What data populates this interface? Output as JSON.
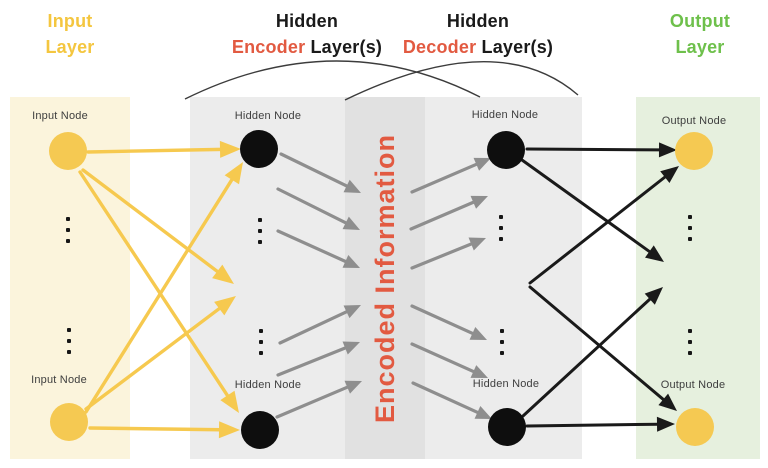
{
  "titles": {
    "input": {
      "line1": "Input",
      "line2": "Layer"
    },
    "encoder": {
      "line1": "Hidden",
      "accent": "Encoder",
      "rest": "Layer(s)"
    },
    "decoder": {
      "line1": "Hidden",
      "accent": "Decoder",
      "rest": "Layer(s)"
    },
    "output": {
      "line1": "Output",
      "line2": "Layer"
    }
  },
  "node_labels": {
    "input_top": "Input Node",
    "input_bottom": "Input Node",
    "encoder_top": "Hidden Node",
    "encoder_bottom": "Hidden Node",
    "decoder_top": "Hidden Node",
    "decoder_bottom": "Hidden Node",
    "output_top": "Output Node",
    "output_bottom": "Output Node"
  },
  "bottleneck_label": "Encoded Information",
  "colors": {
    "input_accent": "#F4C63F",
    "output_accent": "#6EC04B",
    "encoder_decoder_accent": "#E25A41",
    "input_band": "#FBF4DC",
    "hidden_band": "#ECECEC",
    "bottleneck_band": "#E1E1E1",
    "output_band": "#E6F0DE",
    "node_input": "#F5C952",
    "node_hidden": "#0E0E0E",
    "node_output": "#F5C952",
    "arrow_input": "#F6C94F",
    "arrow_hidden": "#8E8E8E",
    "arrow_output": "#1A1A1A",
    "arc_stroke": "#3C3C3C"
  },
  "structure": {
    "type": "autoencoder-diagram",
    "layers_order": [
      "Input Layer",
      "Hidden Encoder Layer(s)",
      "Encoded Information",
      "Hidden Decoder Layer(s)",
      "Output Layer"
    ],
    "connections": [
      "input nodes to encoder hidden nodes (yellow arrows, fully connected, some to omitted nodes)",
      "encoder hidden nodes converge into encoded information bottleneck (gray arrows)",
      "encoded information bottleneck diverges to decoder hidden nodes (gray arrows)",
      "decoder hidden nodes to output nodes (black arrows, fully connected, some to omitted nodes)"
    ]
  }
}
